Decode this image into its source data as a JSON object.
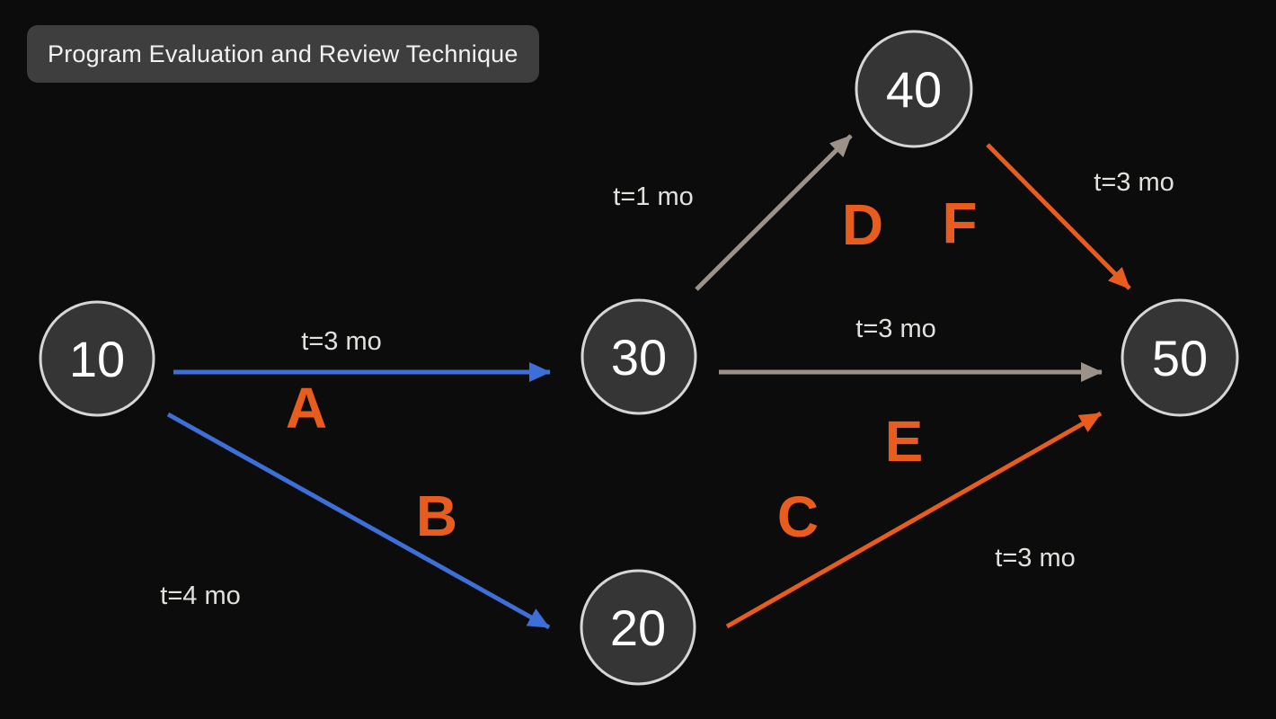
{
  "app": {
    "title": "Program Evaluation and Review Technique"
  },
  "colors": {
    "background": "#0c0c0c",
    "badge_background": "#3e3e3e",
    "badge_text": "#f2f2f2",
    "node_fill": "#353535",
    "node_border": "#d6d6d6",
    "node_text": "#ffffff",
    "edge_blue": "#3d6fd8",
    "edge_gray": "#9c9289",
    "edge_orange": "#e85d1d",
    "activity_letter_color": "#e85d1d",
    "duration_text_color": "#e3e1de"
  },
  "diagram": {
    "type": "pert-activity-network",
    "nodes": [
      {
        "id": "10"
      },
      {
        "id": "20"
      },
      {
        "id": "30"
      },
      {
        "id": "40"
      },
      {
        "id": "50"
      }
    ],
    "edges": [
      {
        "activity": "A",
        "from": "10",
        "to": "30",
        "duration": "t=3 mo",
        "color": "blue"
      },
      {
        "activity": "B",
        "from": "10",
        "to": "20",
        "duration": "t=4 mo",
        "color": "blue"
      },
      {
        "activity": "C",
        "from": "20",
        "to": "50",
        "duration": "t=3 mo",
        "color": "orange"
      },
      {
        "activity": "D",
        "from": "30",
        "to": "40",
        "duration": "t=1 mo",
        "color": "gray"
      },
      {
        "activity": "E",
        "from": "30",
        "to": "50",
        "duration": "t=3 mo",
        "color": "gray"
      },
      {
        "activity": "F",
        "from": "40",
        "to": "50",
        "duration": "t=3 mo",
        "color": "orange"
      }
    ]
  }
}
